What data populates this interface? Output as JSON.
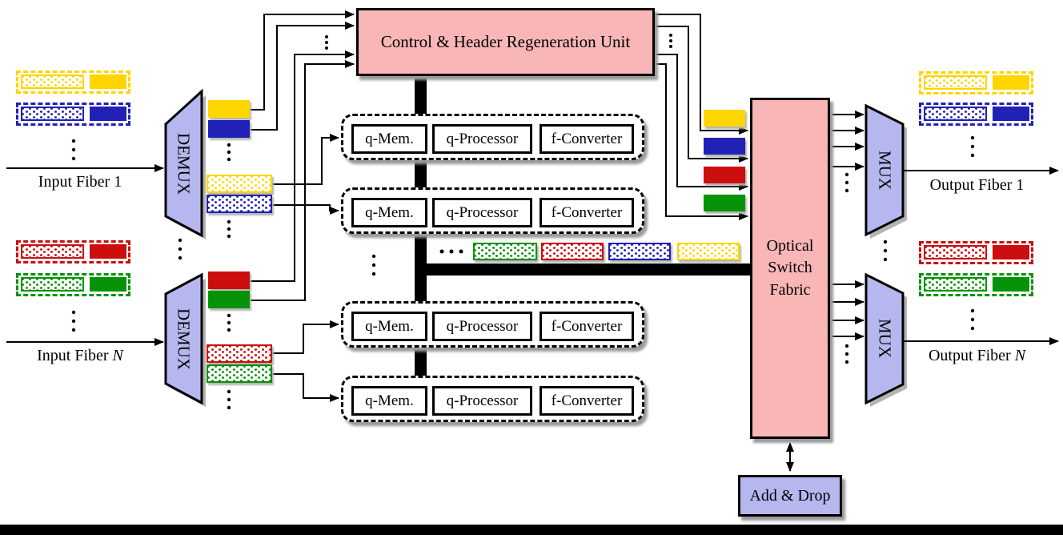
{
  "control_unit": {
    "label": "Control & Header Regeneration Unit"
  },
  "switch_fabric": {
    "line1": "Optical",
    "line2": "Switch",
    "line3": "Fabric"
  },
  "add_drop": {
    "label": "Add & Drop"
  },
  "demux": {
    "label": "DEMUX"
  },
  "mux": {
    "label": "MUX"
  },
  "modules": [
    {
      "mem": "q-Mem.",
      "proc": "q-Processor",
      "conv": "f-Converter"
    },
    {
      "mem": "q-Mem.",
      "proc": "q-Processor",
      "conv": "f-Converter"
    },
    {
      "mem": "q-Mem.",
      "proc": "q-Processor",
      "conv": "f-Converter"
    },
    {
      "mem": "q-Mem.",
      "proc": "q-Processor",
      "conv": "f-Converter"
    }
  ],
  "fibers": {
    "input1_prefix": "Input Fiber",
    "input1_suffix": "1",
    "inputN_prefix": "Input Fiber",
    "inputN_suffix": "N",
    "output1_prefix": "Output Fiber",
    "output1_suffix": "1",
    "outputN_prefix": "Output Fiber",
    "outputN_suffix": "N"
  },
  "packets": {
    "input_fiber_1": [
      "yellow",
      "blue"
    ],
    "input_fiber_N": [
      "red",
      "green"
    ],
    "output_fiber_1": [
      "yellow",
      "blue"
    ],
    "output_fiber_N": [
      "red",
      "green"
    ],
    "demux1_header_channels": [
      "yellow",
      "blue"
    ],
    "demux1_payload_channels": [
      "yellow",
      "blue"
    ],
    "demux2_header_channels": [
      "red",
      "green"
    ],
    "demux2_payload_channels": [
      "red",
      "green"
    ],
    "queue_row_payloads": [
      "green",
      "red",
      "blue",
      "yellow"
    ],
    "fabric_input_channels": [
      "yellow",
      "blue",
      "red",
      "green"
    ]
  },
  "colors": {
    "yellow": "#FFD500",
    "blue": "#2121B5",
    "red": "#CC0E0E",
    "green": "#079307",
    "unit_pink": "#F9B6B6",
    "mux_lavender": "#B7B7F0",
    "wire": "#000000"
  }
}
